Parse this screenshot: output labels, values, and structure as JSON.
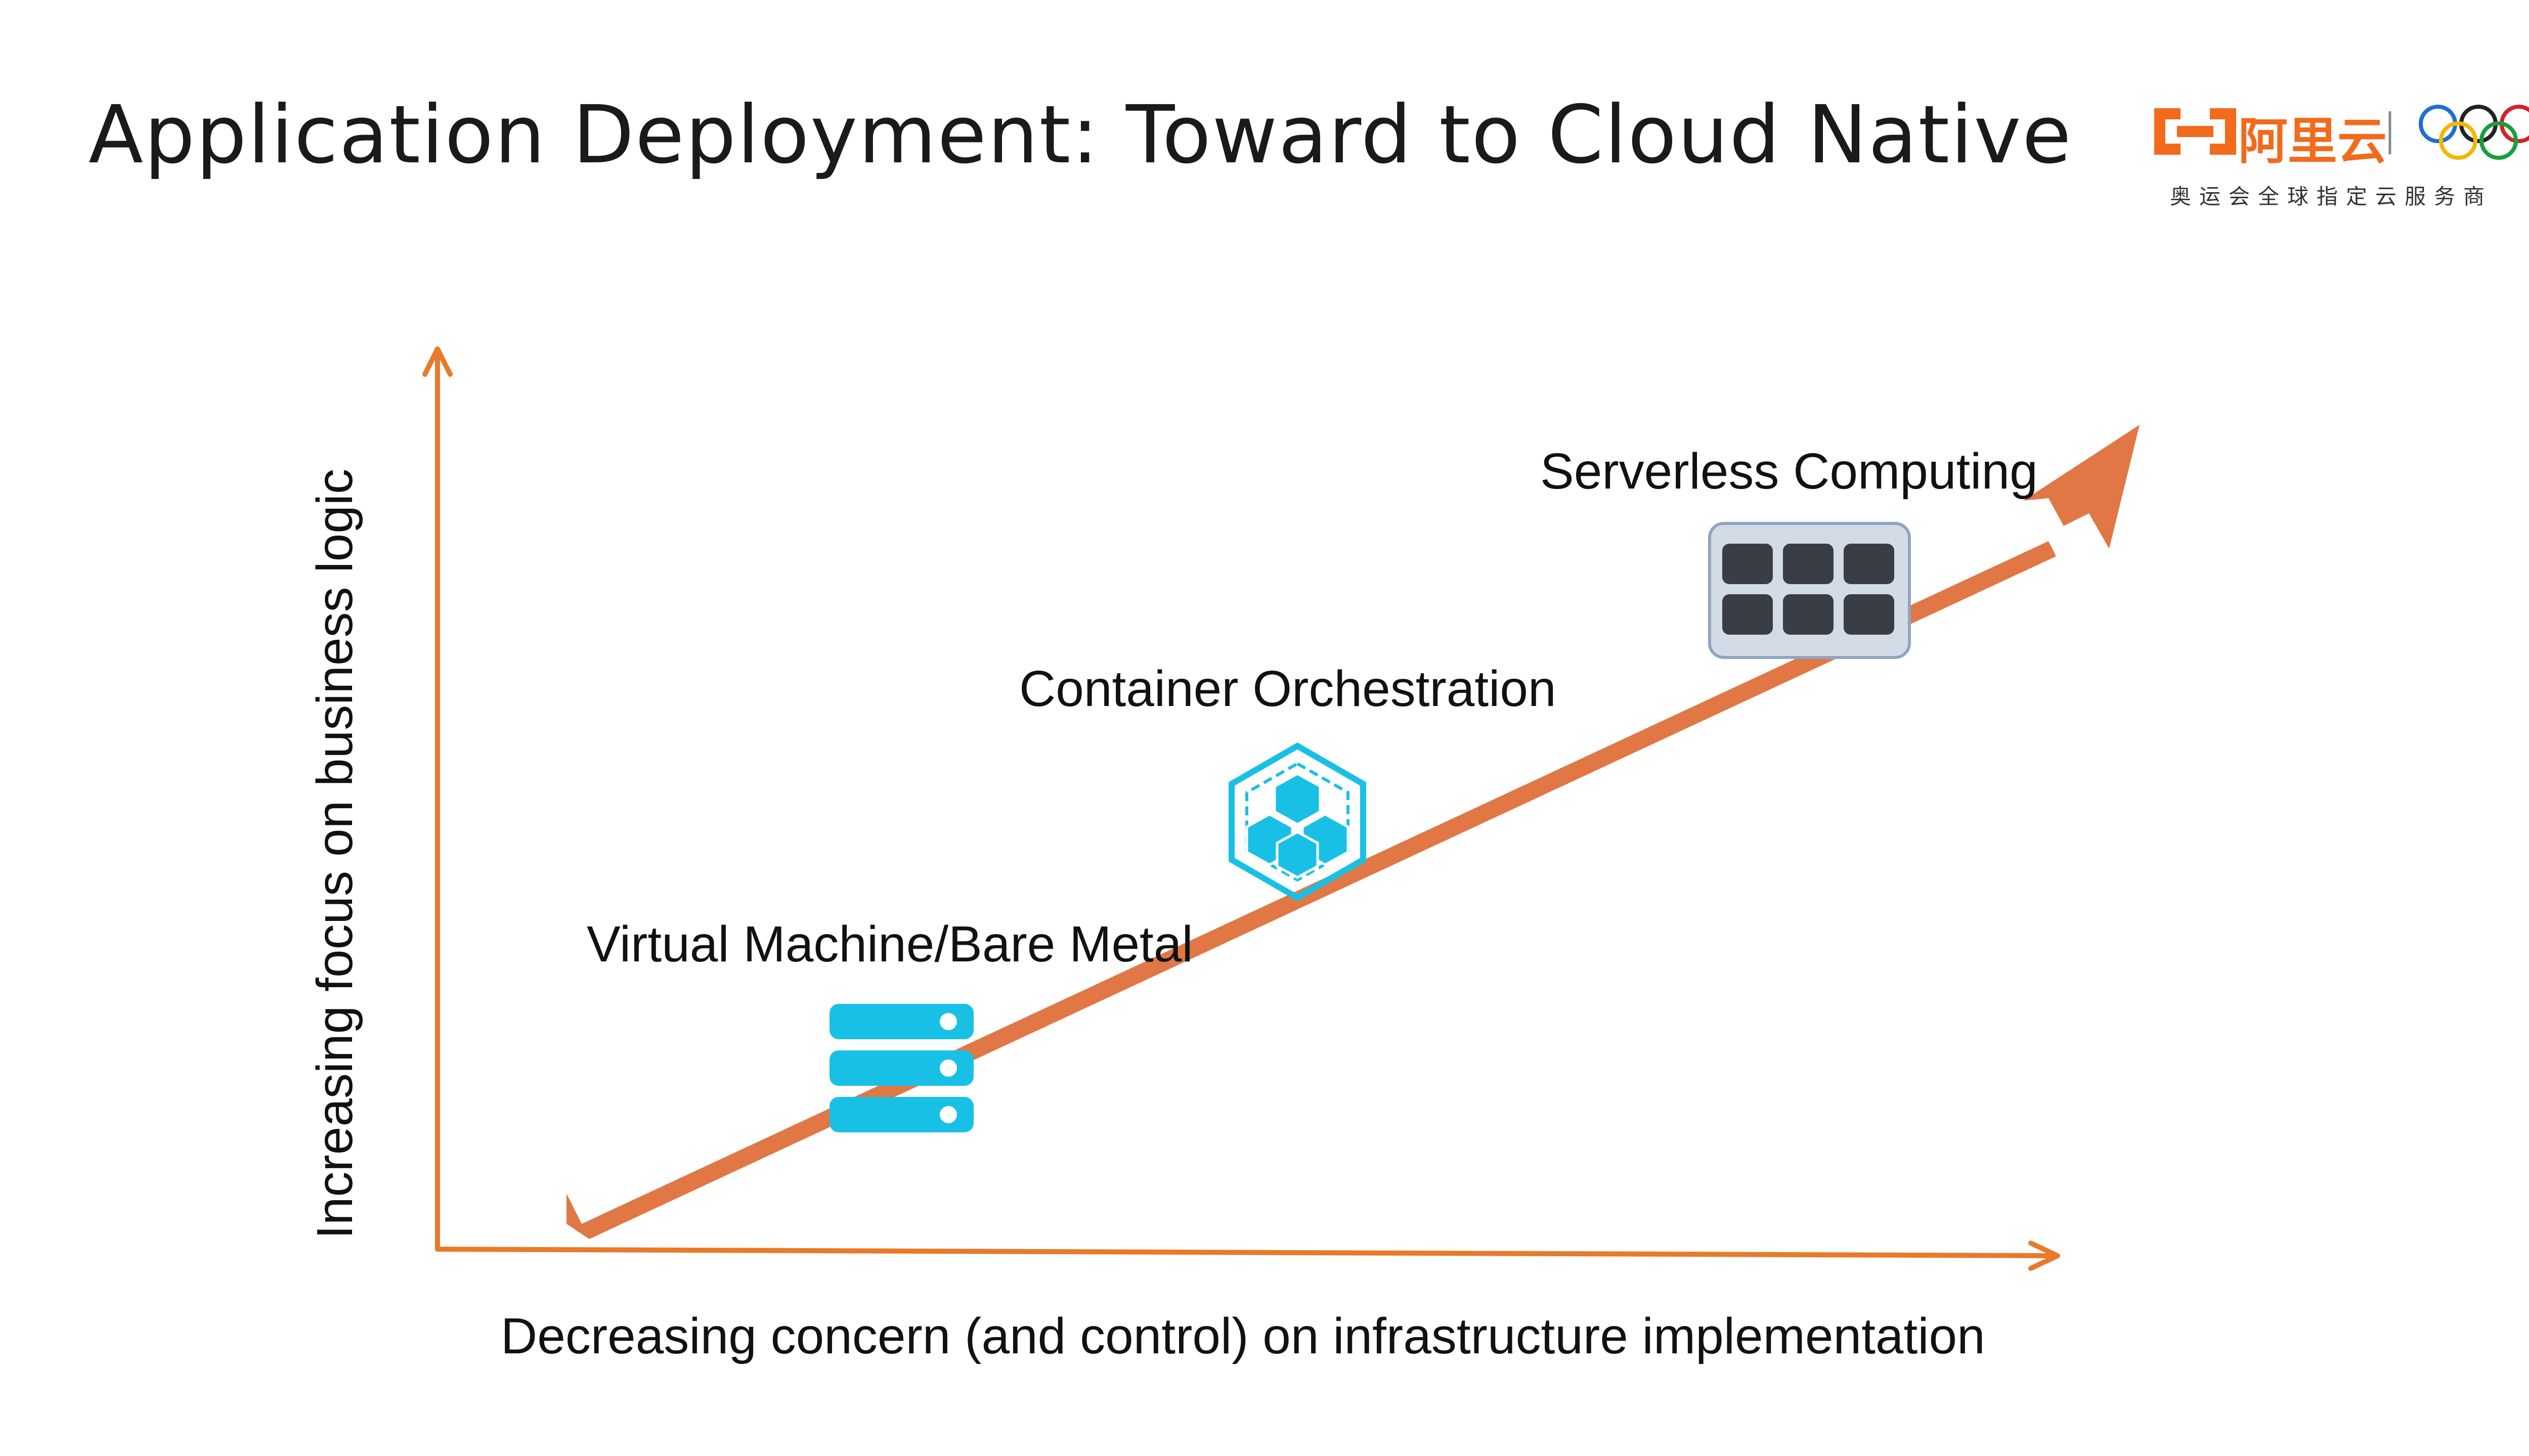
{
  "title": "Application Deployment:  Toward to Cloud Native",
  "logo": {
    "brand_text": "阿里云",
    "tagline": "奥运会全球指定云服务商",
    "brand_color": "#f26a1b",
    "icon_name": "alibaba-cloud-logo"
  },
  "diagram": {
    "x_axis_label": "Decreasing concern (and control) on infrastructure implementation",
    "y_axis_label": "Increasing focus on business logic",
    "axis_color": "#e87a2a",
    "trend_arrow_color": "#e07745",
    "stages": [
      {
        "label": "Virtual Machine/Bare Metal",
        "icon": "server-stack-icon",
        "icon_color": "#19c0e6"
      },
      {
        "label": "Container Orchestration",
        "icon": "container-cube-icon",
        "icon_color": "#19c0e6"
      },
      {
        "label": "Serverless Computing",
        "icon": "serverless-grid-icon",
        "icon_color": "#3a3d45"
      }
    ]
  }
}
